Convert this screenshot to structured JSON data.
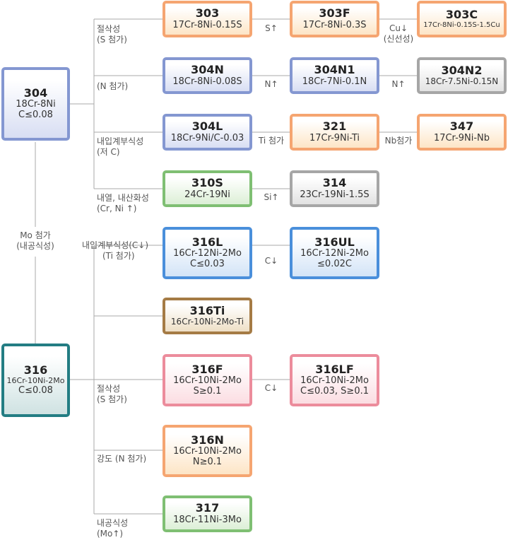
{
  "grades": {
    "g304": {
      "name": "304",
      "spec": [
        "18Cr-8Ni",
        "C≤0.08"
      ]
    },
    "g316": {
      "name": "316",
      "spec": [
        "16Cr-10Ni-2Mo",
        "C≤0.08"
      ]
    },
    "g303": {
      "name": "303",
      "spec": [
        "17Cr-8Ni-0.15S"
      ]
    },
    "g303F": {
      "name": "303F",
      "spec": [
        "17Cr-8Ni-0.3S"
      ]
    },
    "g303C": {
      "name": "303C",
      "spec": [
        "17Cr-8Ni-0.15S-1.5Cu"
      ]
    },
    "g304N": {
      "name": "304N",
      "spec": [
        "18Cr-8Ni-0.08S"
      ]
    },
    "g304N1": {
      "name": "304N1",
      "spec": [
        "18Cr-7Ni-0.1N"
      ]
    },
    "g304N2": {
      "name": "304N2",
      "spec": [
        "18Cr-7.5Ni-0.15N"
      ]
    },
    "g304L": {
      "name": "304L",
      "spec": [
        "18Cr-9Ni/C-0.03"
      ]
    },
    "g321": {
      "name": "321",
      "spec": [
        "17Cr-9Ni-Ti"
      ]
    },
    "g347": {
      "name": "347",
      "spec": [
        "17Cr-9Ni-Nb"
      ]
    },
    "g310S": {
      "name": "310S",
      "spec": [
        "24Cr-19Ni"
      ]
    },
    "g314": {
      "name": "314",
      "spec": [
        "23Cr-19Ni-1.5S"
      ]
    },
    "g316L": {
      "name": "316L",
      "spec": [
        "16Cr-12Ni-2Mo",
        "C≤0.03"
      ]
    },
    "g316UL": {
      "name": "316UL",
      "spec": [
        "16Cr-12Ni-2Mo",
        "≤0.02C"
      ]
    },
    "g316Ti": {
      "name": "316Ti",
      "spec": [
        "16Cr-10Ni-2Mo-Ti"
      ]
    },
    "g316F": {
      "name": "316F",
      "spec": [
        "16Cr-10Ni-2Mo",
        "S≥0.1"
      ]
    },
    "g316LF": {
      "name": "316LF",
      "spec": [
        "16Cr-10Ni-2Mo",
        "C≤0.03, S≥0.1"
      ]
    },
    "g316N": {
      "name": "316N",
      "spec": [
        "16Cr-10Ni-2Mo",
        "N≥0.1"
      ]
    },
    "g317": {
      "name": "317",
      "spec": [
        "18Cr-11Ni-3Mo"
      ]
    }
  },
  "branch_labels": {
    "machinability_304": [
      "절삭성",
      "(S 첨가)"
    ],
    "n_add_304": [
      "(N 첨가)"
    ],
    "ic_304": [
      "내입계부식성",
      "(저 C)"
    ],
    "heat_304": [
      "내열, 내산화성",
      "(Cr, Ni ↑)"
    ],
    "mo_add": [
      "Mo 첨가",
      "(내공식성)"
    ],
    "ic_316": [
      "내입계부식성(C↓)",
      "(Ti 첨가)"
    ],
    "machinability_316": [
      "절삭성",
      "(S 첨가)"
    ],
    "strength_316": [
      "강도 (N 첨가)"
    ],
    "pitting_316": [
      "내공식성",
      "(Mo↑)"
    ]
  },
  "arrow_labels": {
    "s_up": "S↑",
    "cu_down": [
      "Cu↓",
      "(신선성)"
    ],
    "n_up_1": "N↑",
    "n_up_2": "N↑",
    "ti_add": "Ti 첨가",
    "nb_add": "Nb첨가",
    "si_up": "Si↑",
    "c_down_1": "C↓",
    "c_down_2": "C↓"
  },
  "colors": {
    "line": "#aaaaaa"
  }
}
